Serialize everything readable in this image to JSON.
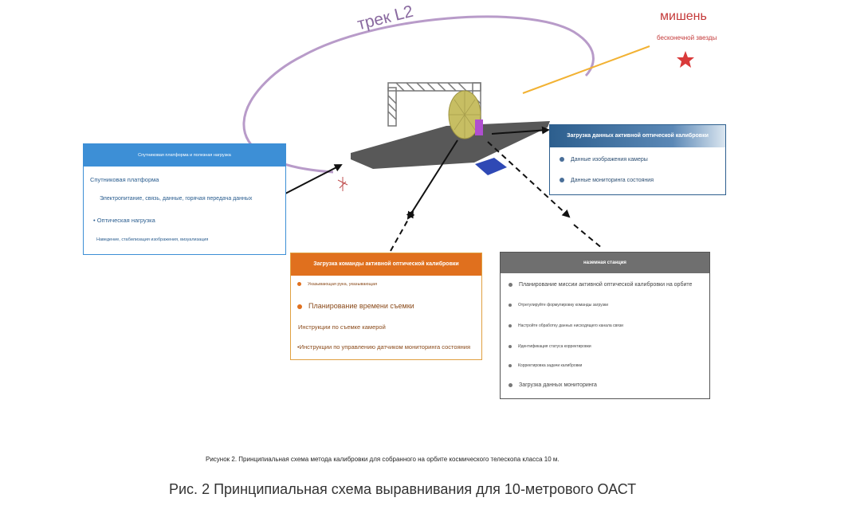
{
  "track_label": "трек L2",
  "target": {
    "title": "мишень",
    "subtitle": "бесконечной звезды",
    "star_color": "#d93a3a"
  },
  "satellite_box": {
    "header": "Спутниковая платформа и полезная нагрузка",
    "line1": "Спутниковая платформа",
    "line2": "Электропитание, связь, данные, горячая передача данных",
    "line3": "• Оптическая нагрузка",
    "line4": "Наведение, стабилизация изображения, визуализация",
    "accent": "#3d8fd6"
  },
  "calib_data_box": {
    "header": "Загрузка данных активной оптической калибровки",
    "items": [
      "Данные изображения камеры",
      "Данные мониторинга состояния"
    ],
    "accent": "#2d5f8e"
  },
  "command_box": {
    "header": "Загрузка команды активной оптической калибровки",
    "items": [
      "Указывающая рука, указывающая",
      "Планирование времени съемки",
      "Инструкции по съемке камерой",
      "•Инструкции по управлению датчиком мониторинга состояния"
    ],
    "accent": "#e0701e"
  },
  "ground_box": {
    "header": "наземная станция",
    "items": [
      "Планирование миссии активной оптической калибровки на орбите",
      "Отрегулируйте формулировку команды загрузки",
      "Настройте обработку данных нисходящего канала связи",
      "Идентификация статуса корректировки",
      "Корректировка задачи калибровки",
      "Загрузка данных мониторинга"
    ],
    "accent": "#6f6f6f"
  },
  "caption_small": "Рисунок 2. Принципиальная схема метода калибровки для собранного на орбите космического телескопа класса 10 м.",
  "caption_large": "Рис. 2 Принципиальная схема выравнивания для 10-метрового ОАСТ"
}
